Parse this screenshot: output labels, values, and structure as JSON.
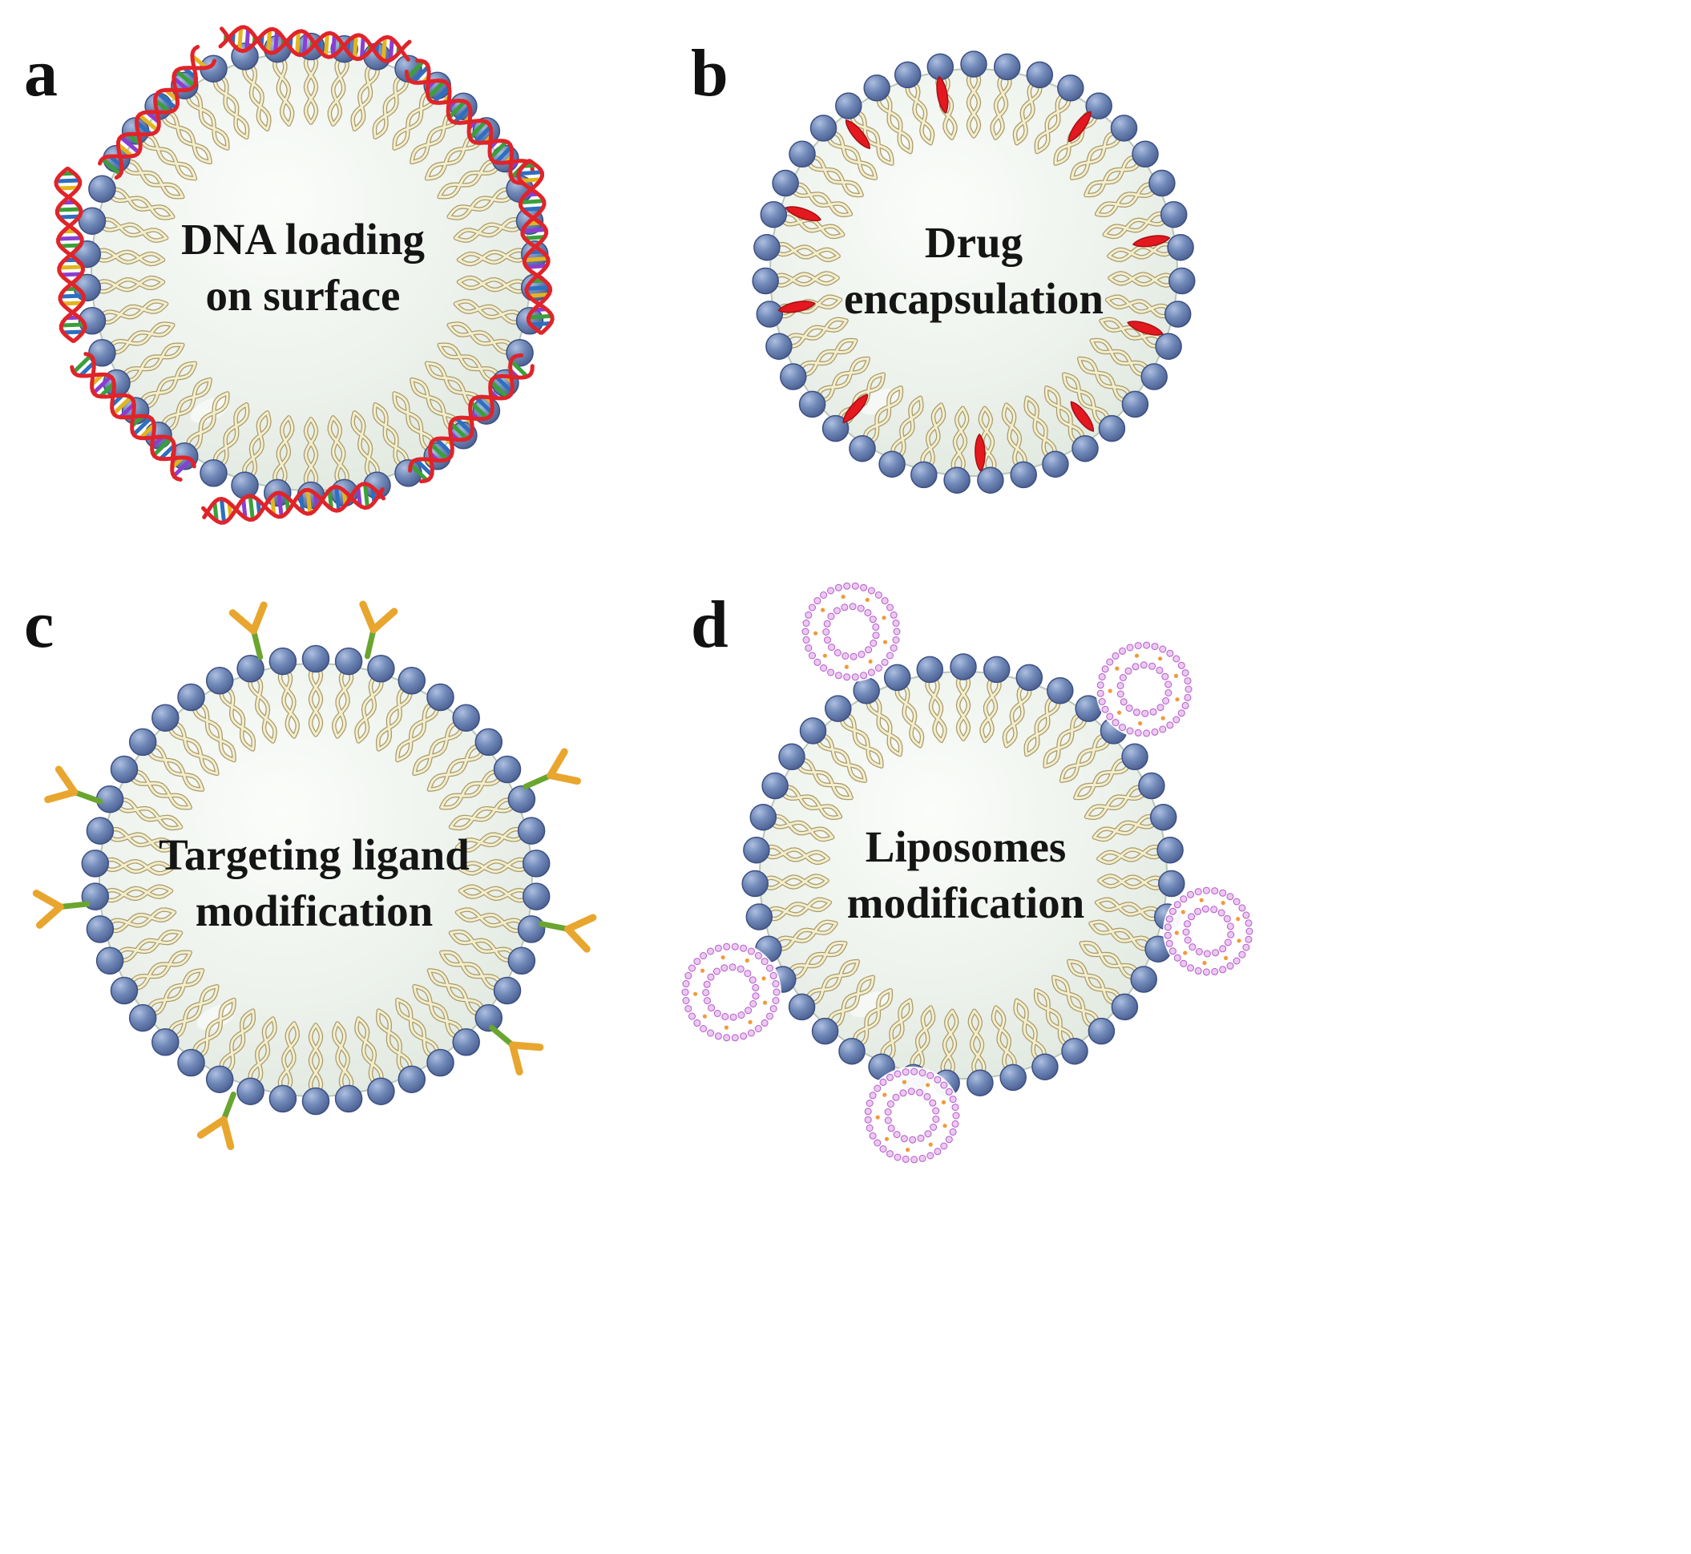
{
  "figure": {
    "description": "Four-panel schematic of nanoparticle surface modifications",
    "panels": [
      {
        "id": "a",
        "label": "a",
        "title_line1": "DNA loading",
        "title_line2": "on surface",
        "decoration": "dna"
      },
      {
        "id": "b",
        "label": "b",
        "title_line1": "Drug",
        "title_line2": "encapsulation",
        "decoration": "drug"
      },
      {
        "id": "c",
        "label": "c",
        "title_line1": "Targeting ligand",
        "title_line2": "modification",
        "decoration": "ligand"
      },
      {
        "id": "d",
        "label": "d",
        "title_line1": "Liposomes",
        "title_line2": "modification",
        "decoration": "liposome"
      }
    ],
    "colors": {
      "background": "#ffffff",
      "text": "#111111",
      "lipid_head": "#7089b8",
      "lipid_head_light": "#aebfe0",
      "lipid_head_dark": "#46598c",
      "lipid_head_stroke": "#3c4f82",
      "lipid_tail": "#f4eecd",
      "lipid_tail_outline": "#a89a6a",
      "sphere_body": "#edf2ec",
      "sphere_body_edge": "#d5ded3",
      "sphere_rim": "#b9c6b8",
      "dna_strand": "#e0242a",
      "dna_rungs": [
        "#3aa03a",
        "#2d6fc0",
        "#e2b520",
        "#8a3fd0"
      ],
      "drug": "#e3191f",
      "drug_stroke": "#a50f14",
      "ligand_stem": "#6aa52f",
      "ligand_arm": "#e8a62e",
      "liposome_dot": "#ecc8f2",
      "liposome_dot_stroke": "#b45cc8",
      "liposome_mid_dot": "#f09a3e"
    }
  }
}
